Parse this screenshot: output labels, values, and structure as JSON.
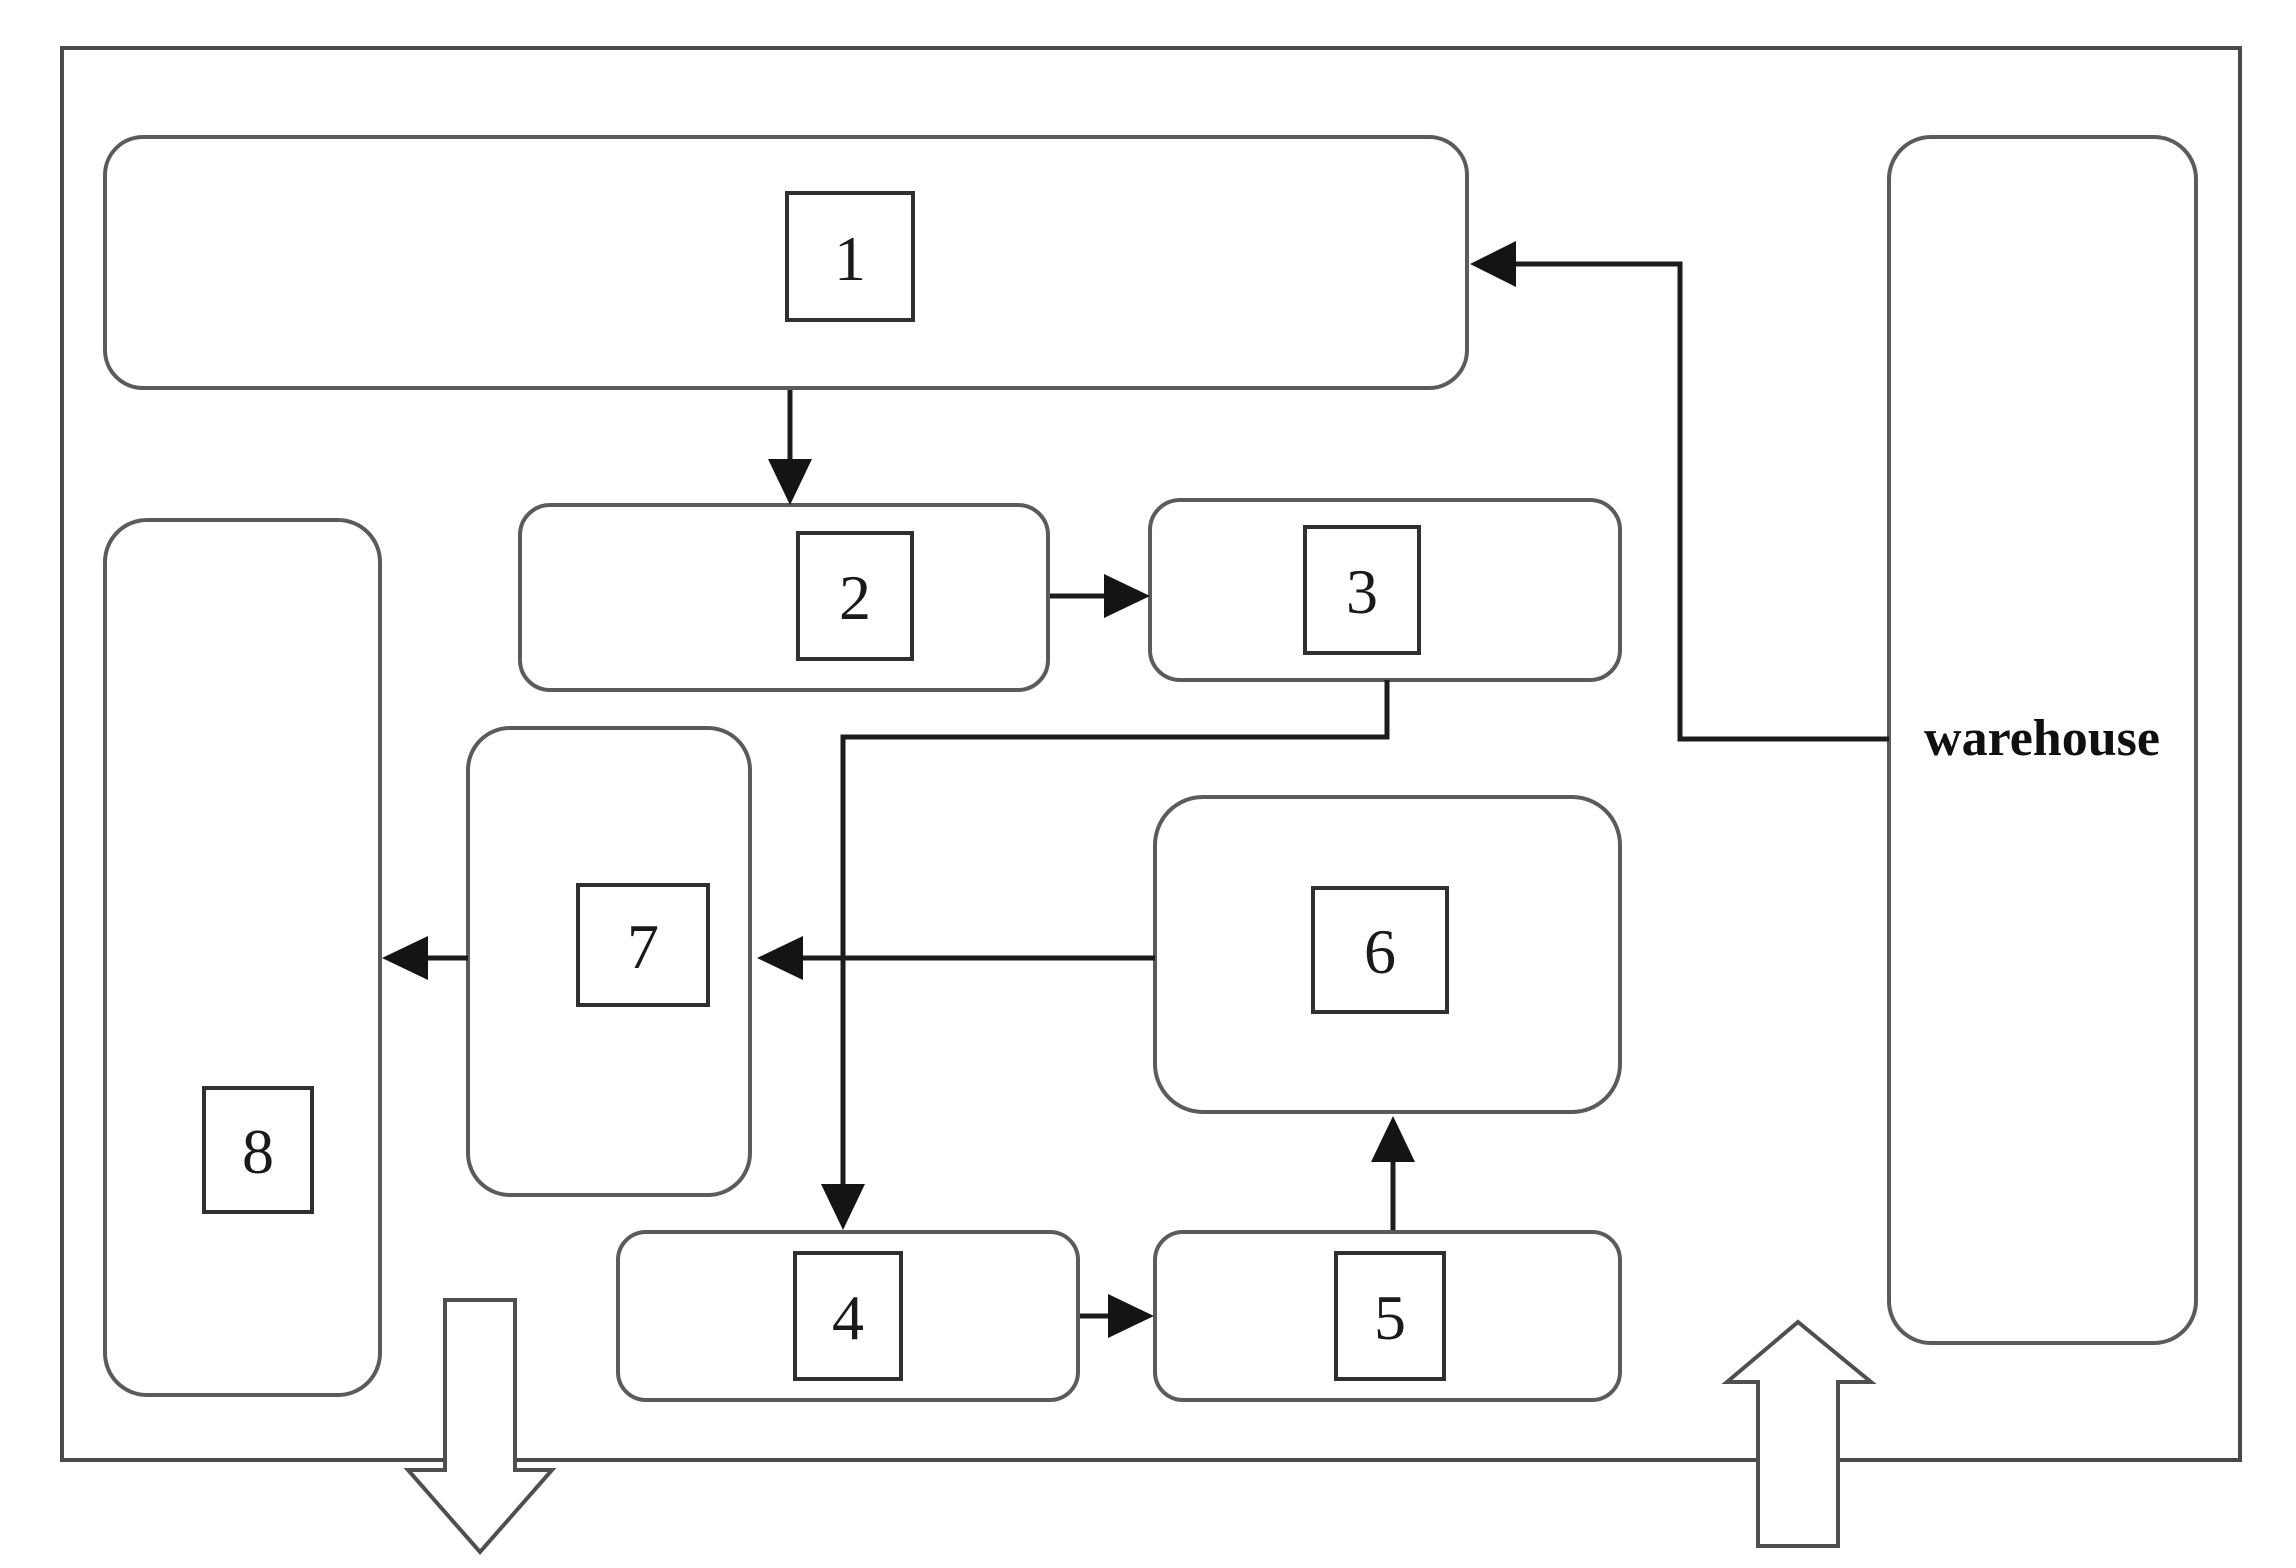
{
  "figure": {
    "type": "flow-diagram",
    "description": "Facility layout flowchart: numbered process areas 1-8 inside an outer boundary, a warehouse column on the right, arrows showing material flow, an exit arrow bottom-left and an entrance arrow bottom-right",
    "colors": {
      "background": "#ffffff",
      "outer_border": "#4a4a4a",
      "box_border": "#5b5b5b",
      "square_border": "#303030",
      "connector": "#1c1c1c",
      "label": "#1a1a1a"
    },
    "nodes": {
      "n1": {
        "label": "1"
      },
      "n2": {
        "label": "2"
      },
      "n3": {
        "label": "3"
      },
      "n4": {
        "label": "4"
      },
      "n5": {
        "label": "5"
      },
      "n6": {
        "label": "6"
      },
      "n7": {
        "label": "7"
      },
      "n8": {
        "label": "8"
      },
      "warehouse": {
        "label": "warehouse"
      }
    },
    "edges": [
      {
        "from": "warehouse",
        "to": "n1"
      },
      {
        "from": "n1",
        "to": "n2"
      },
      {
        "from": "n2",
        "to": "n3"
      },
      {
        "from": "n3",
        "to": "n4"
      },
      {
        "from": "n4",
        "to": "n5"
      },
      {
        "from": "n5",
        "to": "n6"
      },
      {
        "from": "n6",
        "to": "n7"
      },
      {
        "from": "n7",
        "to": "n8"
      }
    ],
    "big_arrows": [
      {
        "direction": "down",
        "location": "bottom-left",
        "meaning": "outflow through boundary"
      },
      {
        "direction": "up",
        "location": "bottom-right",
        "meaning": "inflow through boundary"
      }
    ]
  }
}
